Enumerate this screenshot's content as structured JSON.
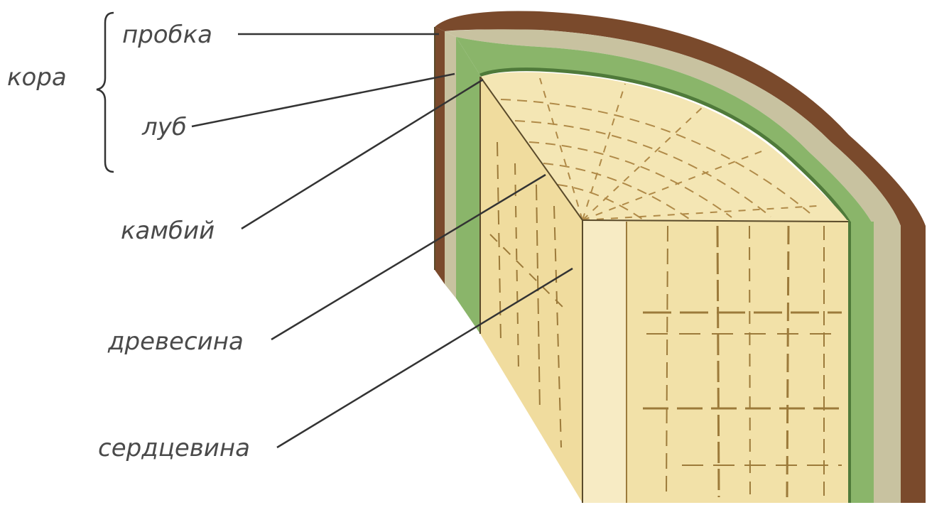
{
  "labels": {
    "group": "кора",
    "cork": "пробка",
    "bast": "луб",
    "cambium": "камбий",
    "wood": "древесина",
    "pith": "сердцевина"
  },
  "colors": {
    "bark": "#7a4a2c",
    "cork_layer": "#c8c2a0",
    "bast_layer": "#8ab56a",
    "cambium_edge": "#4f7a3a",
    "wood_light": "#f4e6b4",
    "wood_mid": "#ecd79a",
    "wood_grain": "#9c7a3a",
    "label_text": "#4a4a4a",
    "leader_line": "#333333"
  }
}
